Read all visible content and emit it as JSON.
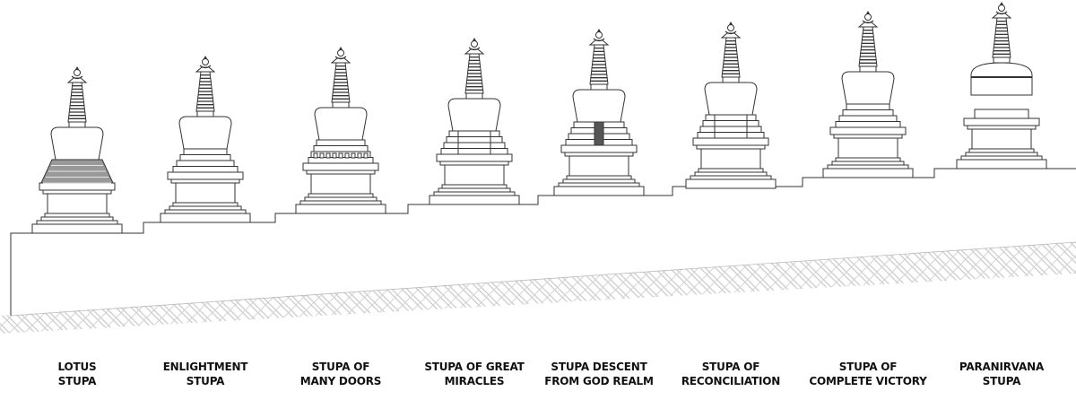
{
  "colors": {
    "line": "#333333",
    "hatch": "#c8c8c8",
    "fill": "#ffffff",
    "dark": "#555555"
  },
  "stupas": [
    {
      "name": "lotus-stupa",
      "variant": "lotus",
      "line1": "LOTUS",
      "line2": "STUPA"
    },
    {
      "name": "enlightment-stupa",
      "variant": "steps",
      "line1": "ENLIGHTMENT",
      "line2": "STUPA"
    },
    {
      "name": "stupa-of-many-doors",
      "variant": "doors",
      "line1": "STUPA OF",
      "line2": "MANY DOORS"
    },
    {
      "name": "stupa-of-great-miracles",
      "variant": "miracles",
      "line1": "STUPA OF GREAT",
      "line2": "MIRACLES"
    },
    {
      "name": "stupa-descent-from-god-realm",
      "variant": "descent",
      "line1": "STUPA DESCENT",
      "line2": "FROM GOD REALM"
    },
    {
      "name": "stupa-of-reconciliation",
      "variant": "reconciliation",
      "line1": "STUPA OF",
      "line2": "RECONCILIATION"
    },
    {
      "name": "stupa-of-complete-victory",
      "variant": "victory",
      "line1": "STUPA OF",
      "line2": "COMPLETE VICTORY"
    },
    {
      "name": "paranirvana-stupa",
      "variant": "paranirvana",
      "line1": "PARANIRVANA",
      "line2": "STUPA"
    }
  ]
}
